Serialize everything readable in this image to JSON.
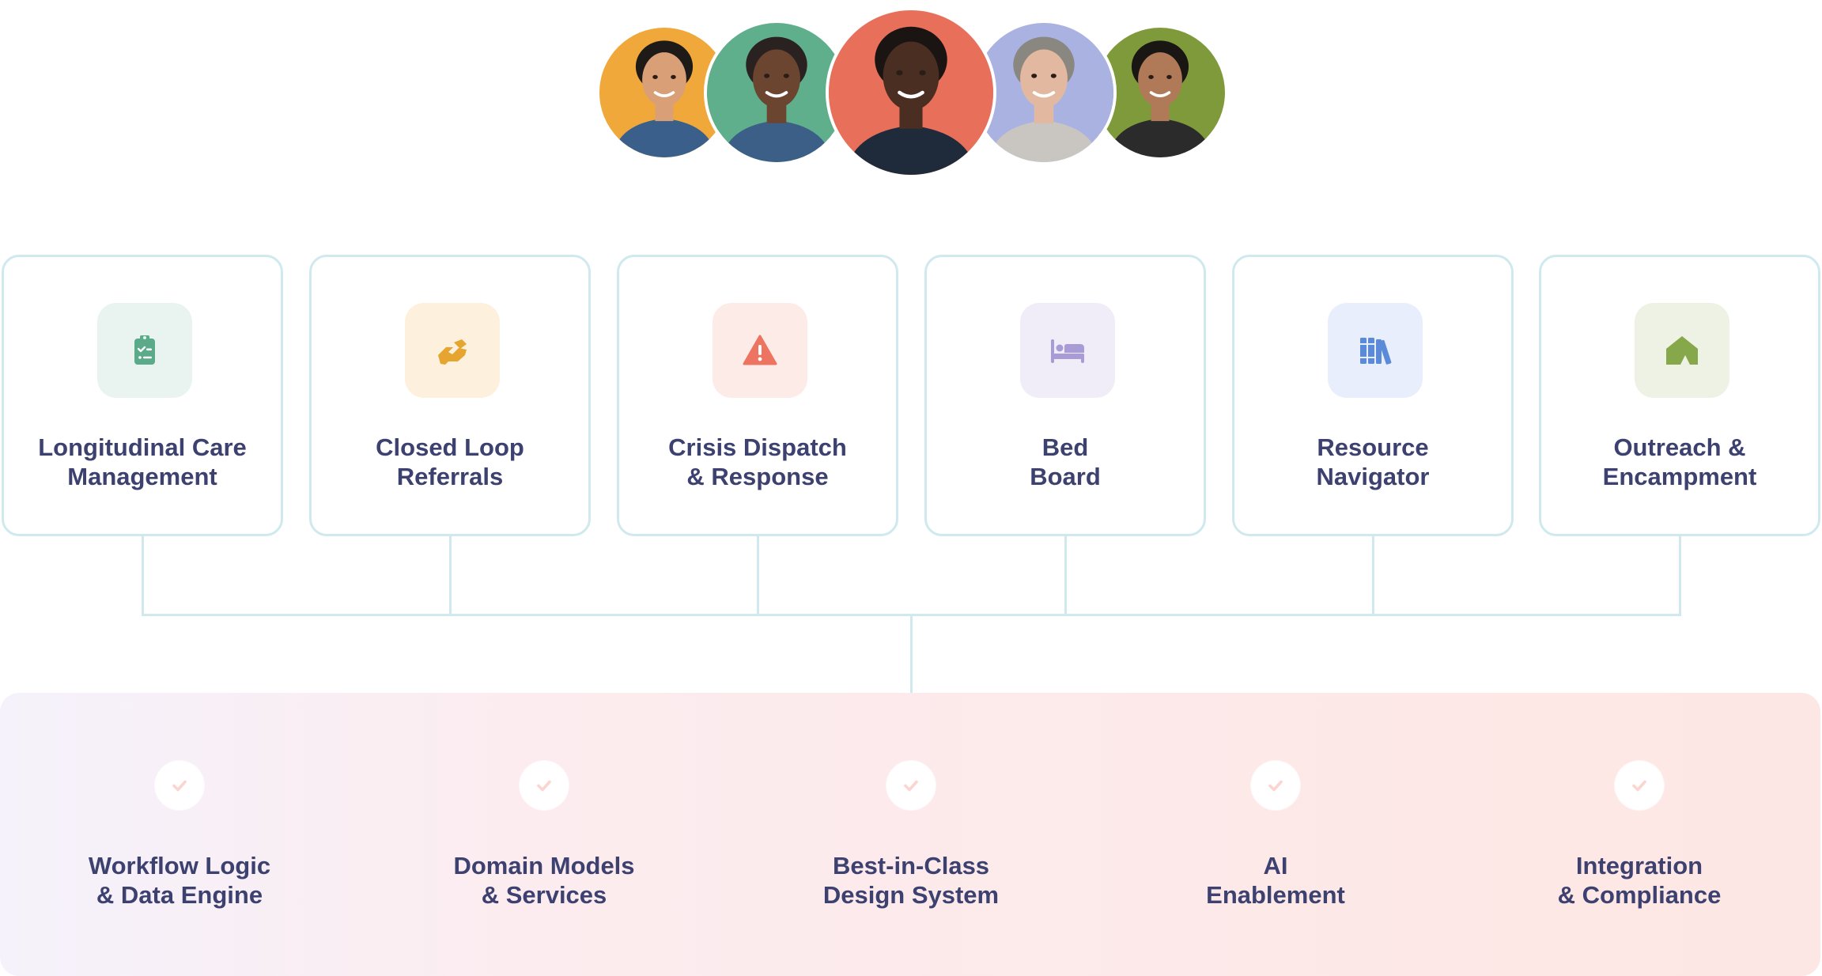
{
  "team": {
    "avatars": [
      {
        "name": "person-1",
        "bg": "#f0a83a",
        "skin": "#d9a078",
        "hair": "#1e1a18",
        "shirt": "#3a5f8a"
      },
      {
        "name": "person-2",
        "bg": "#5fae8c",
        "skin": "#6b4530",
        "hair": "#2a2220",
        "shirt": "#3b5f86"
      },
      {
        "name": "person-3",
        "bg": "#e8705a",
        "skin": "#4a2e22",
        "hair": "#1a1412",
        "shirt": "#1f2a3a"
      },
      {
        "name": "person-4",
        "bg": "#a9b2e0",
        "skin": "#e2b9a0",
        "hair": "#8a8680",
        "shirt": "#c9c6c2"
      },
      {
        "name": "person-5",
        "bg": "#7f9a3a",
        "skin": "#b07a58",
        "hair": "#1a1614",
        "shirt": "#2b2b2b"
      }
    ]
  },
  "modules": [
    {
      "line1": "Longitudinal Care",
      "line2": "Management",
      "icon": "clipboard-check-icon",
      "tile": "#e9f3ef",
      "color": "#5bab8b"
    },
    {
      "line1": "Closed Loop",
      "line2": "Referrals",
      "icon": "handshake-icon",
      "tile": "#fdf0dc",
      "color": "#e5a52f"
    },
    {
      "line1": "Crisis Dispatch",
      "line2": "& Response",
      "icon": "warning-icon",
      "tile": "#fdebe8",
      "color": "#ee7462"
    },
    {
      "line1": "Bed",
      "line2": "Board",
      "icon": "bed-icon",
      "tile": "#f0edf8",
      "color": "#a99bd6"
    },
    {
      "line1": "Resource",
      "line2": "Navigator",
      "icon": "books-icon",
      "tile": "#e8eefb",
      "color": "#5a8ad8"
    },
    {
      "line1": "Outreach &",
      "line2": "Encampment",
      "icon": "tent-icon",
      "tile": "#eef2e4",
      "color": "#86a84a"
    }
  ],
  "foundation": {
    "pillars": [
      {
        "line1": "Workflow Logic",
        "line2": "& Data Engine",
        "icon": "check-icon"
      },
      {
        "line1": "Domain Models",
        "line2": "& Services",
        "icon": "check-icon"
      },
      {
        "line1": "Best-in-Class",
        "line2": "Design System",
        "icon": "check-icon"
      },
      {
        "line1": "AI",
        "line2": "Enablement",
        "icon": "check-icon"
      },
      {
        "line1": "Integration",
        "line2": "& Compliance",
        "icon": "check-icon"
      }
    ],
    "check_color": "#fbd5d0"
  },
  "colors": {
    "title_text": "#3d4170",
    "card_border": "#cfe9ef",
    "connector": "#cfe9ef"
  }
}
